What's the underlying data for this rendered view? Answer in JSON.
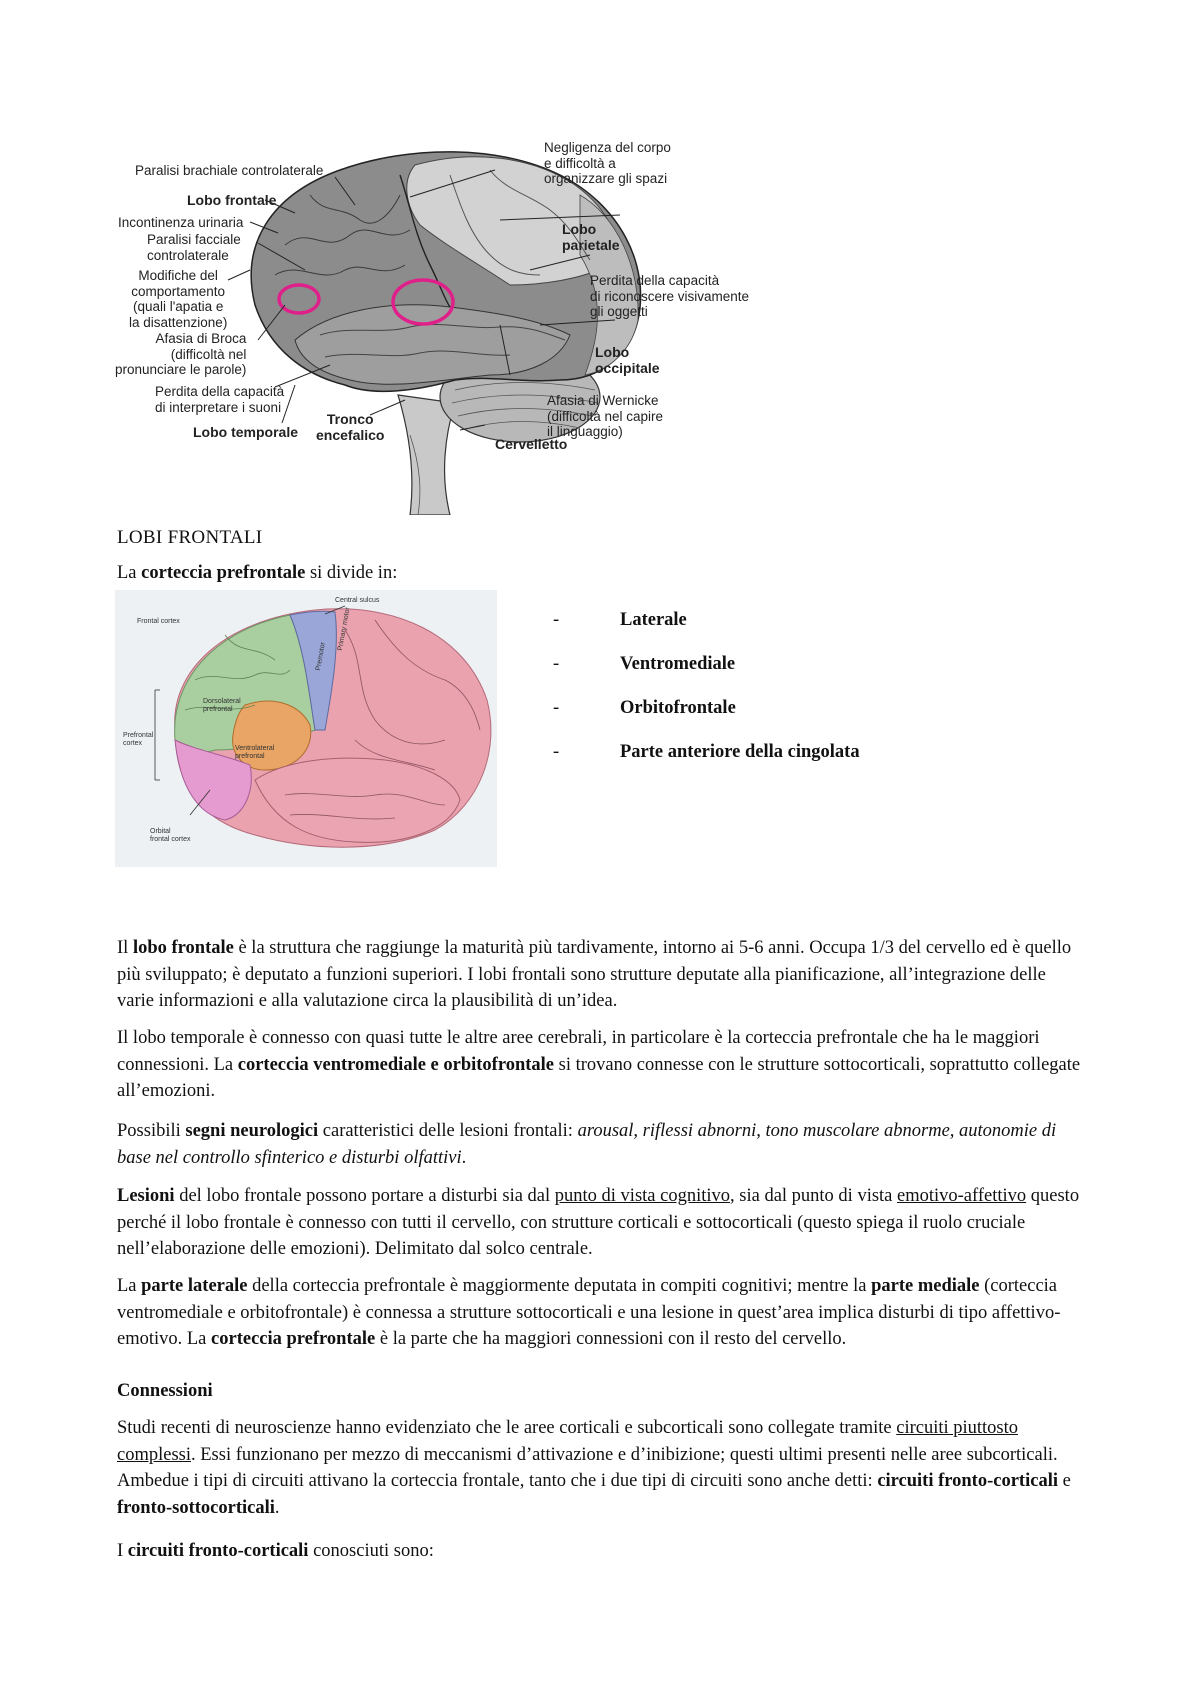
{
  "figure1": {
    "labels": {
      "paralisi_brachiale": "Paralisi brachiale controlaterale",
      "lobo_frontale": "Lobo frontale",
      "incontinenza": "Incontinenza urinaria",
      "paralisi_facciale": "Paralisi facciale\ncontrolaterale",
      "modifiche": "Modifiche del\ncomportamento\n(quali l'apatia e\nla disattenzione)",
      "afasia_broca": "Afasia di Broca\n(difficoltà nel\npronunciare le parole)",
      "perdita_suoni": "Perdita della capacità\ndi interpretare i suoni",
      "lobo_temporale": "Lobo temporale",
      "tronco": "Tronco\nencefalico",
      "cervelletto": "Cervelletto",
      "afasia_wernicke": "Afasia di Wernicke\n(difficoltà nel capire\nil linguaggio)",
      "lobo_occipitale": "Lobo\noccipitale",
      "perdita_oggetti": "Perdita della capacità\ndi riconoscere visivamente\ngli oggetti",
      "lobo_parietale": "Lobo\nparietale",
      "negligenza": "Negligenza del corpo\ne difficoltà a\norganizzare gli spazi"
    },
    "colors": {
      "lobe_dark": "#8c8c8c",
      "lobe_light": "#d2d2d2",
      "lesion_circle": "#e0208a"
    }
  },
  "figure2": {
    "labels": {
      "central_sulcus": "Central sulcus",
      "frontal_cortex": "Frontal cortex",
      "dorsolateral": "Dorsolateral\nprefrontal",
      "ventrolateral": "Ventrolateral\nprefrontal",
      "prefrontal_cortex": "Prefrontal\ncortex",
      "orbital": "Orbital\nfrontal cortex",
      "motor": "Primary motor",
      "premotor": "Premotor"
    },
    "colors": {
      "green": "#a9cfa0",
      "blue": "#9aa6d8",
      "orange": "#e8a566",
      "pink": "#e59ad0",
      "brain": "#e9a2ae"
    }
  },
  "heading": "LOBI FRONTALI",
  "intro": {
    "pre": "La ",
    "bold": "corteccia prefrontale",
    "post": " si divide in:"
  },
  "list": [
    {
      "dash": "-",
      "label": "Laterale"
    },
    {
      "dash": "-",
      "label": "Ventromediale"
    },
    {
      "dash": "-",
      "label": "Orbitofrontale"
    },
    {
      "dash": "-",
      "label": "Parte anteriore della cingolata"
    }
  ],
  "p1": {
    "a": "Il ",
    "b": "lobo frontale",
    "c": " è la struttura che raggiunge la maturità più tardivamente, intorno ai 5-6 anni. Occupa 1/3 del cervello ed è quello più sviluppato; è deputato a funzioni superiori. I lobi frontali sono strutture deputate alla pianificazione, all’integrazione delle varie informazioni e alla valutazione circa la plausibilità di un’idea."
  },
  "p2": {
    "a": "Il lobo temporale è connesso con quasi tutte le altre aree cerebrali, in particolare è la corteccia prefrontale che ha le maggiori connessioni. La ",
    "b": "corteccia ventromediale e orbitofrontale",
    "c": " si trovano connesse con le strutture sottocorticali, soprattutto collegate all’emozioni."
  },
  "p3": {
    "a": "Possibili ",
    "b": "segni neurologici",
    "c": " caratteristici delle lesioni frontali: ",
    "i": "arousal, riflessi abnorni, tono muscolare abnorme, autonomie di base nel controllo sfinterico e disturbi olfattivi",
    "d": "."
  },
  "p4": {
    "b": "Lesioni",
    "a": " del lobo frontale possono portare a disturbi sia dal ",
    "u1": "punto di vista cognitivo",
    "c": ", sia dal punto di vista ",
    "u2": "emotivo-affettivo",
    "d": " questo perché il lobo frontale è connesso con tutti il cervello, con strutture corticali e sottocorticali (questo spiega il ruolo cruciale nell’elaborazione delle emozioni). Delimitato dal solco centrale."
  },
  "p5": {
    "a": "La ",
    "b1": "parte laterale",
    "c": " della corteccia prefrontale è maggiormente deputata in compiti cognitivi; mentre la ",
    "b2": "parte mediale",
    "d": " (corteccia ventromediale e orbitofrontale) è connessa a strutture sottocorticali e una lesione in quest’area implica disturbi di tipo affettivo-emotivo. La ",
    "b3": "corteccia prefrontale",
    "e": " è la parte che ha maggiori connessioni con il resto del cervello."
  },
  "subheading": "Connessioni",
  "p6": {
    "a": "Studi recenti di neuroscienze hanno evidenziato che le aree corticali e subcorticali sono collegate tramite ",
    "u": "circuiti piuttosto complessi",
    "b": ". Essi funzionano per mezzo di meccanismi d’attivazione e d’inibizione; questi ultimi presenti nelle aree subcorticali. Ambedue i tipi di circuiti attivano la corteccia frontale, tanto che i due tipi di circuiti sono anche detti: ",
    "b1": "circuiti fronto-corticali",
    "c": " e ",
    "b2": "fronto-sottocorticali",
    "d": "."
  },
  "p7": {
    "a": "I ",
    "b": "circuiti fronto-corticali",
    "c": " conosciuti sono:"
  }
}
